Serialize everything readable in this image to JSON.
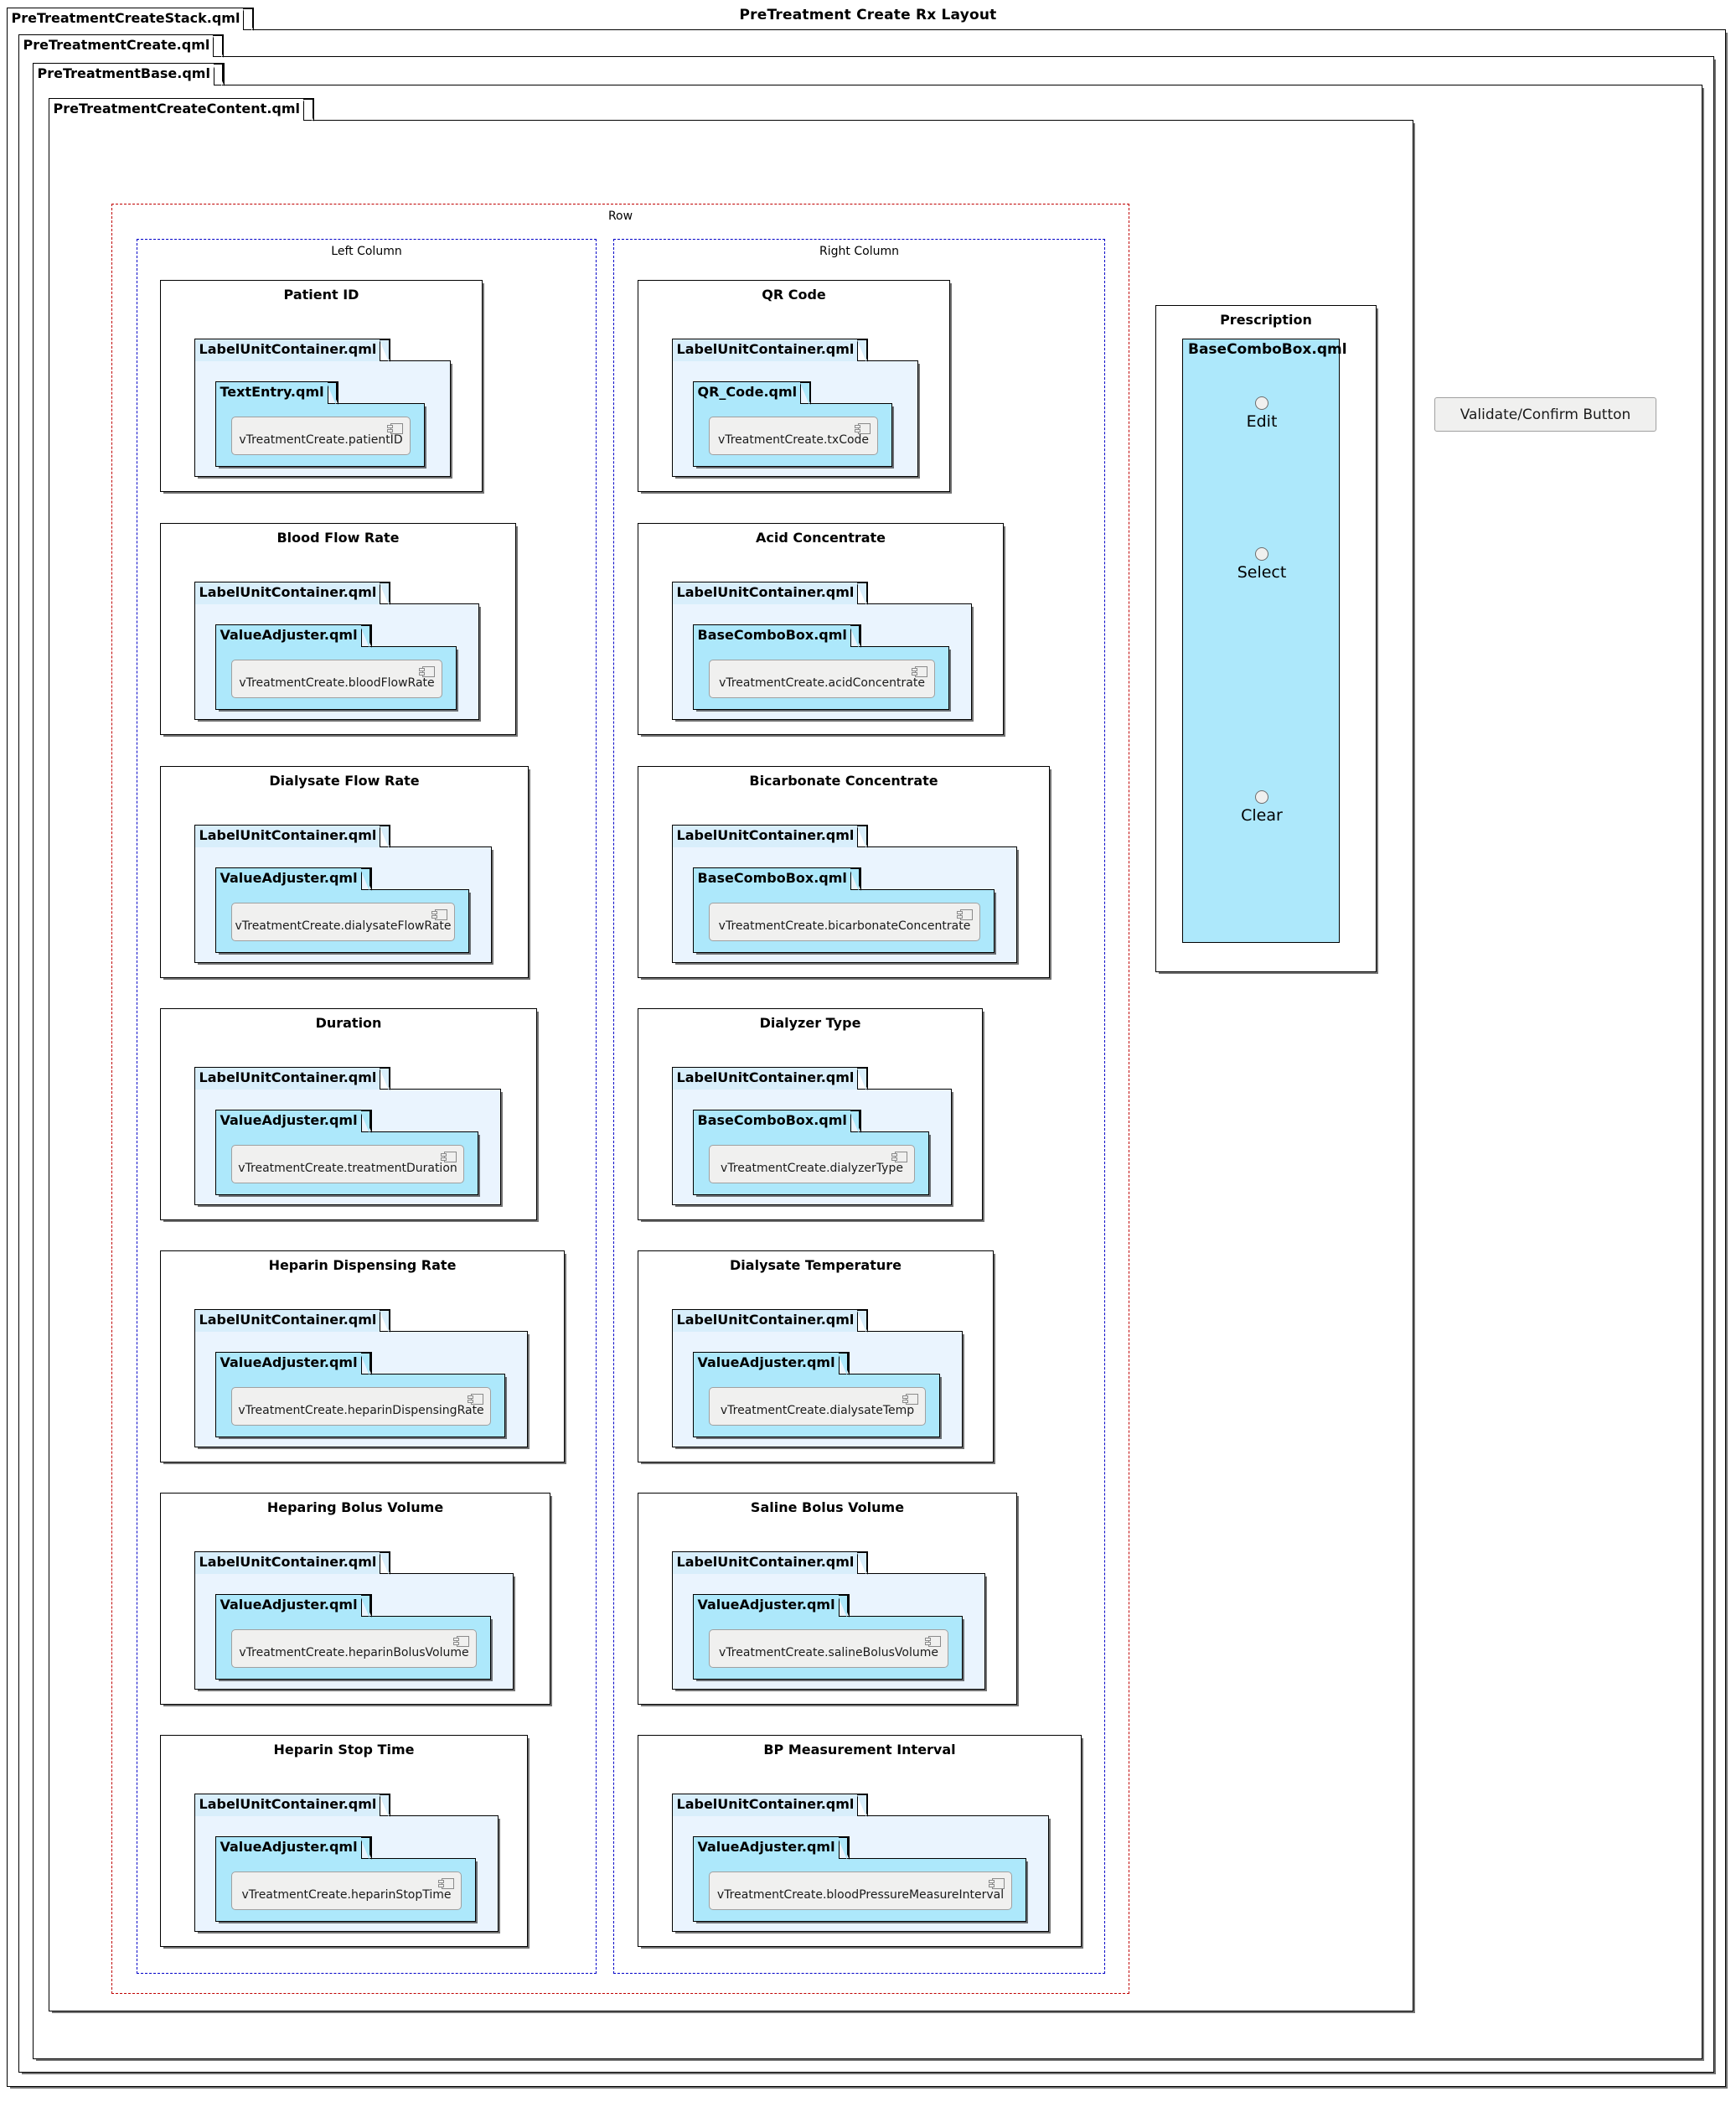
{
  "title": "PreTreatment Create Rx Layout",
  "packages": {
    "stack": "PreTreatmentCreateStack.qml",
    "create": "PreTreatmentCreate.qml",
    "base": "PreTreatmentBase.qml",
    "content": "PreTreatmentCreateContent.qml"
  },
  "frames": {
    "row": "Row",
    "left_column": "Left Column",
    "right_column": "Right Column"
  },
  "components": {
    "label_unit_container": "LabelUnitContainer.qml",
    "text_entry": "TextEntry.qml",
    "value_adjuster": "ValueAdjuster.qml",
    "base_combo_box": "BaseComboBox.qml",
    "qr_code": "QR_Code.qml"
  },
  "left_column_items": [
    {
      "title": "Patient ID",
      "wrapper": "TextEntry.qml",
      "component": "vTreatmentCreate.patientID"
    },
    {
      "title": "Blood Flow Rate",
      "wrapper": "ValueAdjuster.qml",
      "component": "vTreatmentCreate.bloodFlowRate"
    },
    {
      "title": "Dialysate Flow Rate",
      "wrapper": "ValueAdjuster.qml",
      "component": "vTreatmentCreate.dialysateFlowRate"
    },
    {
      "title": "Duration",
      "wrapper": "ValueAdjuster.qml",
      "component": "vTreatmentCreate.treatmentDuration"
    },
    {
      "title": "Heparin Dispensing Rate",
      "wrapper": "ValueAdjuster.qml",
      "component": "vTreatmentCreate.heparinDispensingRate"
    },
    {
      "title": "Heparing Bolus Volume",
      "wrapper": "ValueAdjuster.qml",
      "component": "vTreatmentCreate.heparinBolusVolume"
    },
    {
      "title": "Heparin Stop Time",
      "wrapper": "ValueAdjuster.qml",
      "component": "vTreatmentCreate.heparinStopTime"
    }
  ],
  "right_column_items": [
    {
      "title": "QR Code",
      "wrapper": "QR_Code.qml",
      "component": "vTreatmentCreate.txCode"
    },
    {
      "title": "Acid Concentrate",
      "wrapper": "BaseComboBox.qml",
      "component": "vTreatmentCreate.acidConcentrate"
    },
    {
      "title": "Bicarbonate Concentrate",
      "wrapper": "BaseComboBox.qml",
      "component": "vTreatmentCreate.bicarbonateConcentrate"
    },
    {
      "title": "Dialyzer Type",
      "wrapper": "BaseComboBox.qml",
      "component": "vTreatmentCreate.dialyzerType"
    },
    {
      "title": "Dialysate Temperature",
      "wrapper": "ValueAdjuster.qml",
      "component": "vTreatmentCreate.dialysateTemp"
    },
    {
      "title": "Saline Bolus Volume",
      "wrapper": "ValueAdjuster.qml",
      "component": "vTreatmentCreate.salineBolusVolume"
    },
    {
      "title": "BP Measurement Interval",
      "wrapper": "ValueAdjuster.qml",
      "component": "vTreatmentCreate.bloodPressureMeasureInterval"
    }
  ],
  "prescription": {
    "title": "Prescription",
    "combo_box": "BaseComboBox.qml",
    "interfaces": [
      "Edit",
      "Select",
      "Clear"
    ]
  },
  "validate_button": "Validate/Confirm Button",
  "colors": {
    "frame_row": "#C00000",
    "frame_column": "#0000C8",
    "package_light": "#EAF4FE",
    "package_cyan": "#ADE8FB",
    "component_fill": "#F0F0EF",
    "border": "#000000"
  }
}
